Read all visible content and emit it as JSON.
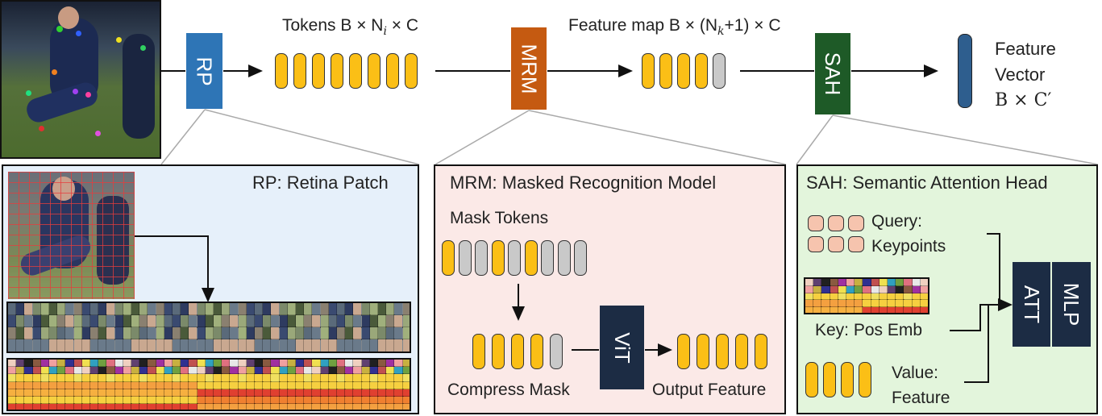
{
  "colors": {
    "token": "#fbbf16",
    "mask_token": "#c9c9c9",
    "rp": "#2e75b6",
    "mrm": "#c55a11",
    "sah": "#1e5a27",
    "vit": "#1c2c44",
    "feature_vector": "#2e5e8e",
    "rp_panel_bg": "#e6f0fa",
    "mrm_panel_bg": "#fbe9e7",
    "sah_panel_bg": "#e3f5dc",
    "query_box": "#f6c4ae"
  },
  "top": {
    "rp_label": "RP",
    "tokens_label": "Tokens B × N",
    "tokens_sub": "i",
    "tokens_suffix": " × C",
    "mrm_label": "MRM",
    "feature_map_label": "Feature map B × (N",
    "feature_map_sub": "k",
    "feature_map_suffix": "+1) × C",
    "sah_label": "SAH",
    "feature_vector_line1": "Feature",
    "feature_vector_line2": "Vector",
    "feature_vector_line3": "B × C′"
  },
  "rp_panel": {
    "title": "RP: Retina Patch"
  },
  "mrm_panel": {
    "title": "MRM: Masked Recognition Model",
    "mask_tokens_label": "Mask Tokens",
    "compress_mask_label": "Compress Mask",
    "vit_label": "ViT",
    "output_feature_label": "Output Feature"
  },
  "sah_panel": {
    "title": "SAH: Semantic Attention Head",
    "query_line1": "Query:",
    "query_line2": "Keypoints",
    "key_label": "Key: Pos Emb",
    "value_line1": "Value:",
    "value_line2": "Feature",
    "att_label": "ATT",
    "mlp_label": "MLP"
  }
}
